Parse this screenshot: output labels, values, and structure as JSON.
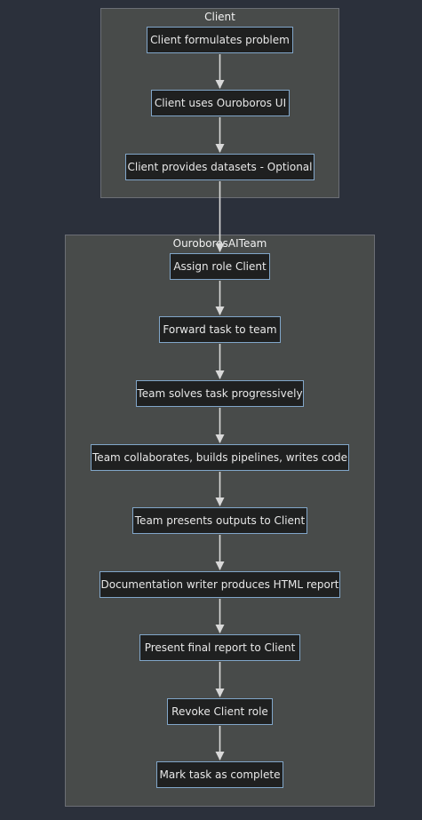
{
  "clusters": {
    "client": {
      "title": "Client"
    },
    "team": {
      "title": "OuroborosAITeam"
    }
  },
  "nodes": {
    "n1": "Client formulates problem",
    "n2": "Client uses Ouroboros UI",
    "n3": "Client provides datasets - Optional",
    "n4": "Assign role Client",
    "n5": "Forward task to team",
    "n6": "Team solves task progressively",
    "n7": "Team collaborates, builds pipelines, writes code",
    "n8": "Team presents outputs to Client",
    "n9": "Documentation writer produces HTML report",
    "n10": "Present final report to Client",
    "n11": "Revoke Client role",
    "n12": "Mark task as complete"
  },
  "colors": {
    "background": "#2b303b",
    "cluster_fill": "#484b4a",
    "cluster_border": "#6b6e75",
    "node_fill": "#1f2020",
    "node_border": "#81a6c9",
    "text": "#e8e8e8",
    "edge": "#d9d9d9"
  }
}
